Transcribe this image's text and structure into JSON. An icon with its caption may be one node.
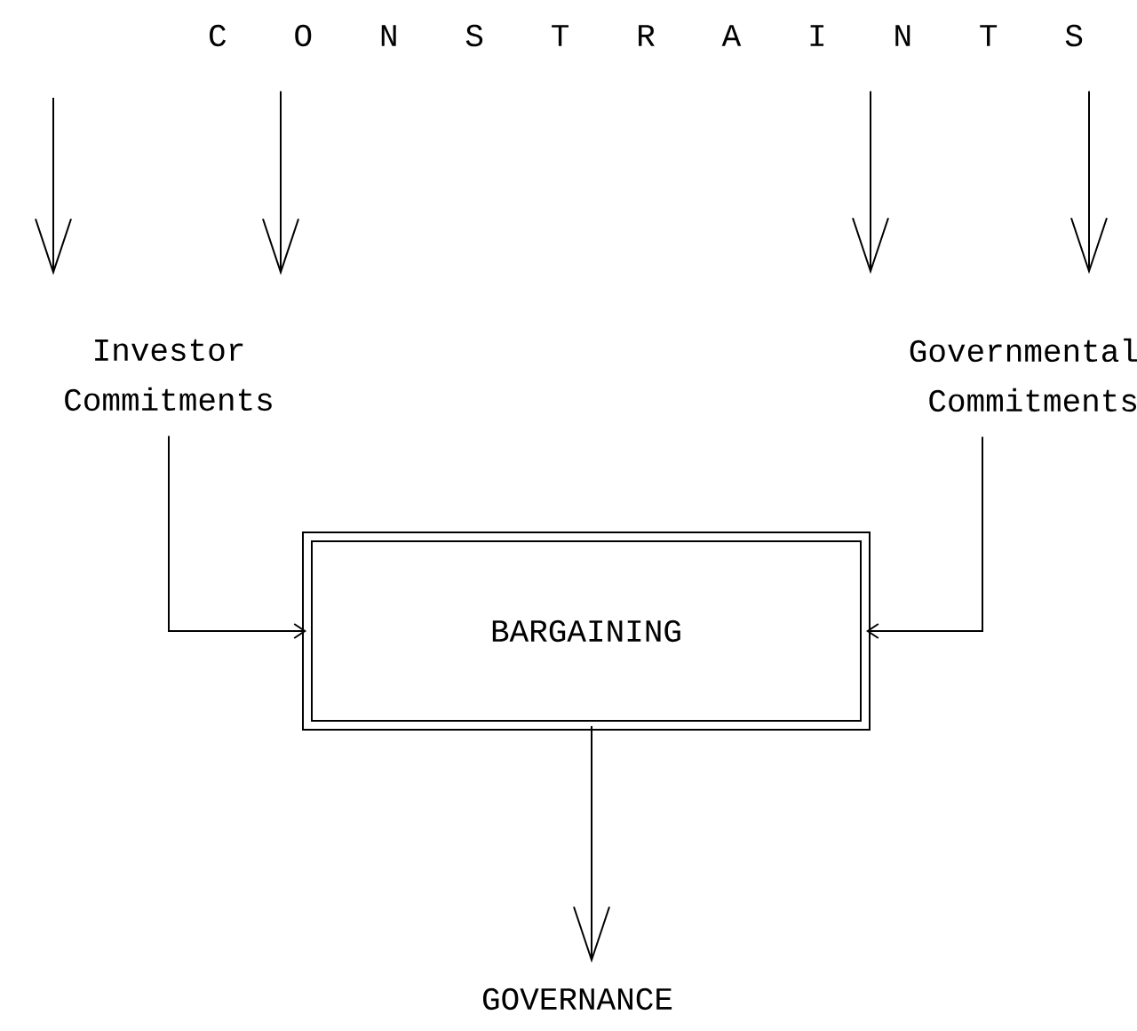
{
  "diagram": {
    "nodes": [
      {
        "text": [
          "C O N S T R A I N T S"
        ]
      },
      {
        "text": [
          "Investor Commitments"
        ]
      },
      {
        "text": [
          "Governmental Commitments"
        ]
      },
      {
        "text": [
          "BARGAINING"
        ]
      },
      {
        "text": [
          "GOVERNANCE"
        ]
      }
    ],
    "edges": [
      {
        "from": null,
        "to": 1,
        "arrow": "to"
      },
      {
        "from": 0,
        "to": 1,
        "arrow": "to"
      },
      {
        "from": 0,
        "to": 2,
        "arrow": "to"
      },
      {
        "from": 0,
        "to": 2,
        "arrow": "to"
      },
      {
        "from": 1,
        "to": 3,
        "arrow": "to"
      },
      {
        "from": 2,
        "to": 3,
        "arrow": "to"
      },
      {
        "from": 3,
        "to": 4,
        "arrow": "to"
      }
    ]
  }
}
